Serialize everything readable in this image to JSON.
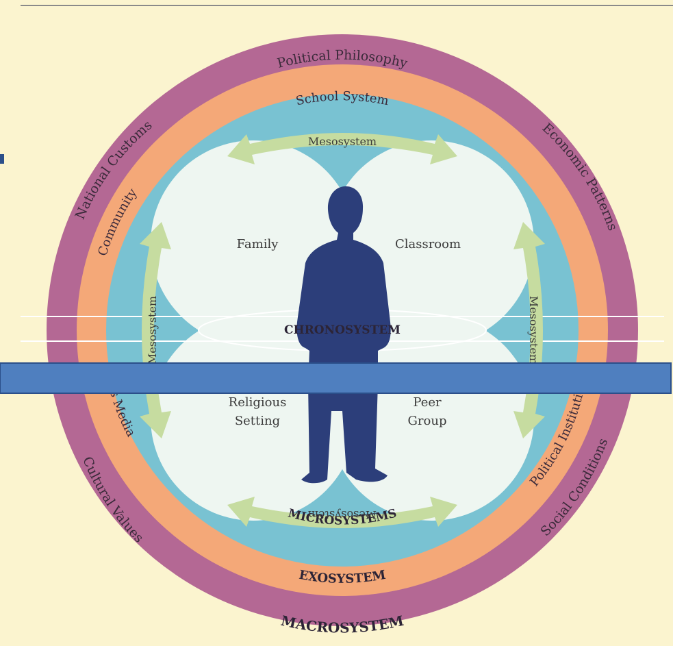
{
  "colors": {
    "background": "#fbf4cf",
    "macro_ring": "#b46894",
    "exo_ring": "#f4a878",
    "micro_ring": "#79c2d2",
    "inner_field": "#e4f1ec",
    "petal": "#eef6f1",
    "meso_arrow": "#c6dca0",
    "figure": "#2c3e7a",
    "overlay_bar": "#4f7fbf",
    "overlay_edge": "#2b4f8a",
    "left_tab": "#2b4f8a"
  },
  "macrosystem": {
    "top_label": "Political Philosophy",
    "right_label": "Economic Patterns",
    "left_label": "National Customs",
    "bottom_left_label": "Cultural Values",
    "bottom_right_label": "Social Conditions",
    "caption": "MACROSYSTEM"
  },
  "exosystem": {
    "top_label": "School System",
    "left_label": "Community",
    "lower_left_label": "Mass Media",
    "lower_right_label": "Political Institutions",
    "caption": "EXOSYSTEM"
  },
  "microsystems": {
    "caption": "MICROSYSTEMS",
    "settings": [
      {
        "name": "Family"
      },
      {
        "name": "Classroom"
      },
      {
        "name": "Religious",
        "name2": "Setting"
      },
      {
        "name": "Peer",
        "name2": "Group"
      }
    ]
  },
  "mesosystem": {
    "top": "Mesosystem",
    "left": "Mesosystem",
    "right": "Mesosystem",
    "bottom": "Mesosystem"
  },
  "chronosystem": {
    "label": "CHRONOSYSTEM"
  },
  "figure_icon": "person-silhouette-icon"
}
